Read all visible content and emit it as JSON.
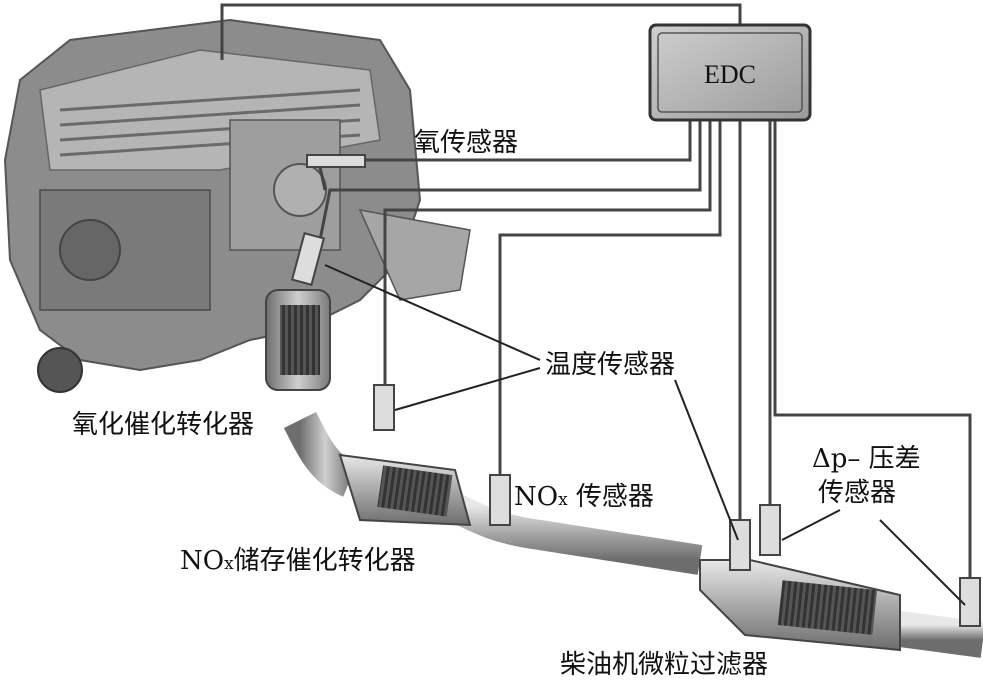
{
  "edc": {
    "label": "EDC"
  },
  "labels": {
    "o2_sensor": "氧传感器",
    "temp_sensor": "温度传感器",
    "oxidation_catalyst": "氧化催化转化器",
    "nox_sensor_prefix": "NO",
    "nox_sensor_sub": "x",
    "nox_sensor_suffix": " 传感器",
    "nox_storage_prefix": "NO",
    "nox_storage_sub": "x",
    "nox_storage_suffix": "储存催化转化器",
    "dp_line1": "Δp– 压差",
    "dp_line2": "传感器",
    "dpf": "柴油机微粒过滤器"
  }
}
